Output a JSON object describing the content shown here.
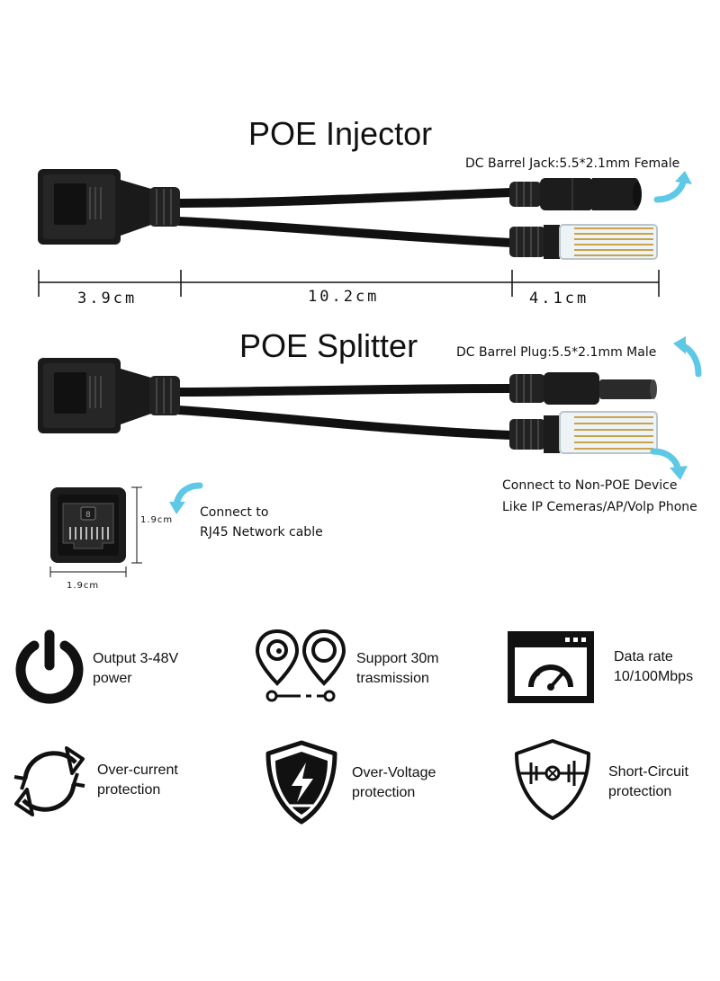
{
  "injector": {
    "title": "POE Injector",
    "dc_label": "DC Barrel Jack:5.5*2.1mm Female"
  },
  "dimensions": {
    "left": "3.9cm",
    "middle": "10.2cm",
    "right": "4.1cm"
  },
  "splitter": {
    "title": "POE Splitter",
    "dc_label": "DC Barrel Plug:5.5*2.1mm Male",
    "device_line1": "Connect to Non-POE  Device",
    "device_line2": "Like IP Cemeras/AP/Volp Phone"
  },
  "port": {
    "height_label": "1.9cm",
    "width_label": "1.9cm",
    "connect_line1": "Connect to",
    "connect_line2": "RJ45 Network cable",
    "pin_label": "8"
  },
  "features": [
    {
      "icon": "power-icon",
      "line1": "Output 3-48V",
      "line2": "power"
    },
    {
      "icon": "location-pins-icon",
      "line1": "Support 30m",
      "line2": "trasmission"
    },
    {
      "icon": "speedometer-window-icon",
      "line1": "Data rate",
      "line2": "10/100Mbps"
    },
    {
      "icon": "refresh-arrows-icon",
      "line1": "Over-current",
      "line2": "protection"
    },
    {
      "icon": "lightning-shield-icon",
      "line1": "Over-Voltage",
      "line2": "protection"
    },
    {
      "icon": "circuit-shield-icon",
      "line1": "Short-Circuit",
      "line2": "protection"
    }
  ],
  "colors": {
    "arrow": "#5ec8e6",
    "cable": "#111111",
    "connector_gold": "#c9a24a"
  }
}
